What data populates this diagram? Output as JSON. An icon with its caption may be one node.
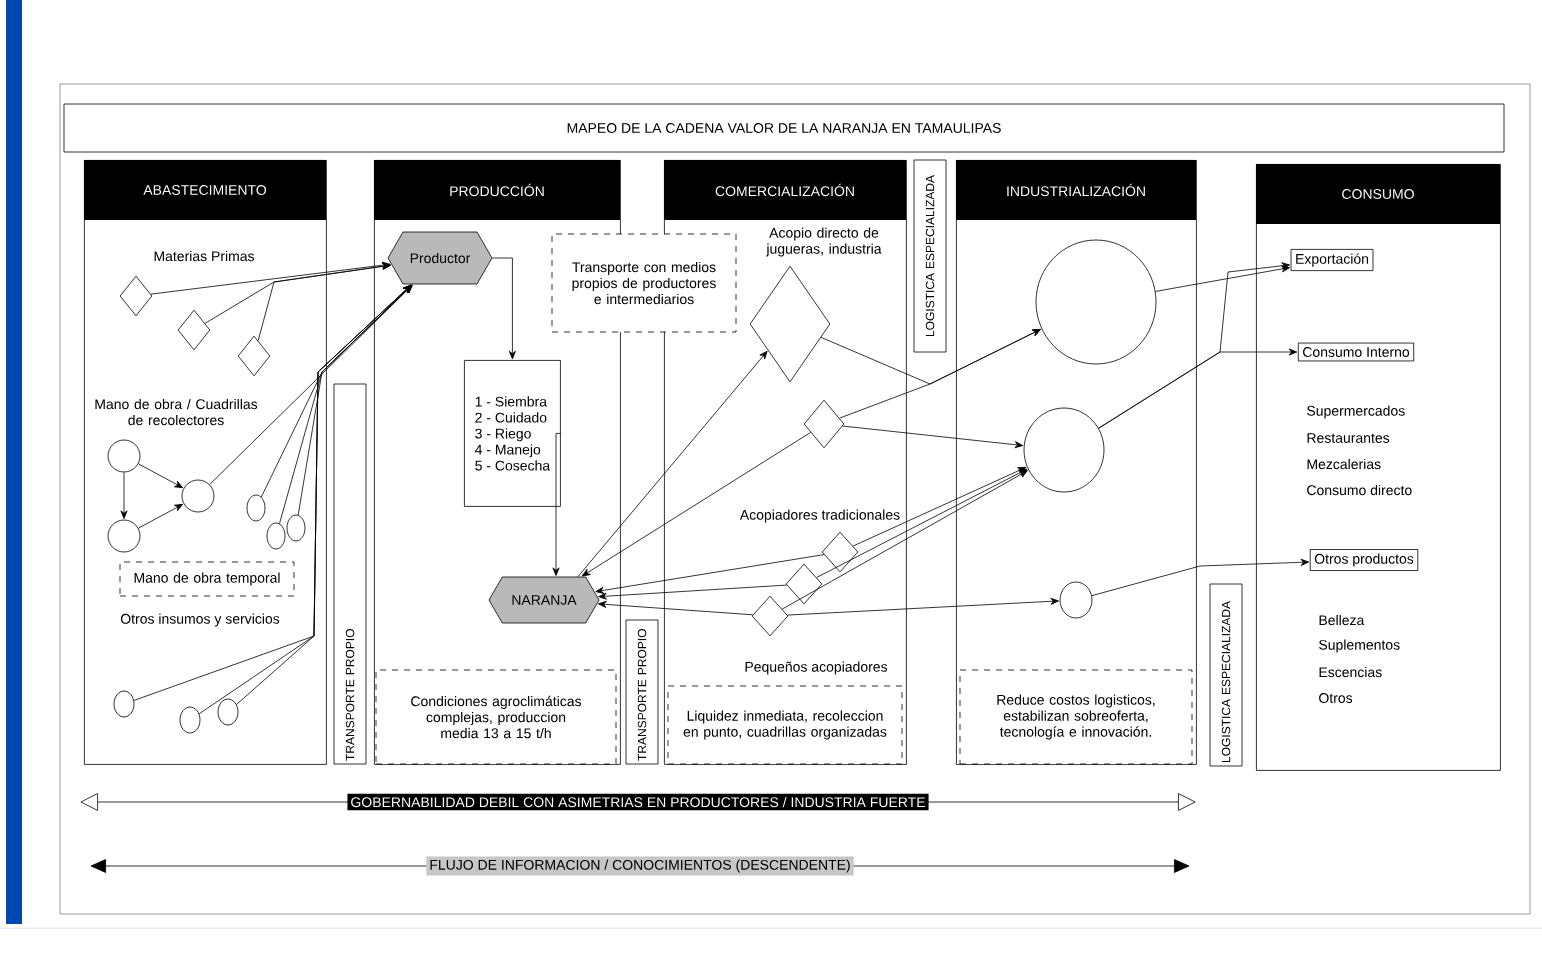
{
  "diagram": {
    "title": "MAPEO DE LA CADENA VALOR DE LA NARANJA EN TAMAULIPAS",
    "nodes": [
      {
        "text": [
          "ABASTECIMIENTO"
        ]
      },
      {
        "text": [],
        "shape": "diamond",
        "in": 0
      },
      {
        "text": [],
        "shape": "diamond",
        "in": 0
      },
      {
        "text": [],
        "shape": "diamond",
        "in": 0
      },
      {
        "text": [],
        "shape": "circle",
        "in": 0
      },
      {
        "text": [],
        "shape": "circle",
        "in": 0
      },
      {
        "text": [],
        "shape": "circle",
        "in": 0
      },
      {
        "text": [],
        "shape": "circle",
        "in": 0
      },
      {
        "text": [],
        "shape": "circle",
        "in": 0
      },
      {
        "text": [],
        "shape": "circle",
        "in": 0
      },
      {
        "text": [
          "Mano de obra temporal"
        ],
        "in": 0
      },
      {
        "text": [],
        "shape": "circle",
        "in": 0
      },
      {
        "text": [],
        "shape": "circle",
        "in": 0
      },
      {
        "text": [],
        "shape": "circle",
        "in": 0
      },
      {
        "text": [
          "TRANSPORTE PROPIO"
        ]
      },
      {
        "text": [
          "PRODUCCIÓN"
        ]
      },
      {
        "text": [
          "Productor"
        ],
        "in": 15
      },
      {
        "text": [
          "1 - Siembra",
          "2 - Cuidado",
          "3 - Riego",
          "4 - Manejo",
          "5 - Cosecha"
        ],
        "in": 15
      },
      {
        "text": [
          "NARANJA"
        ],
        "in": 15
      },
      {
        "text": [
          "Condiciones agroclimáticas complejas, produccion media 13 a 15 t/h"
        ],
        "in": 15
      },
      {
        "text": [
          "Transporte con medios propios de productores e intermediarios"
        ]
      },
      {
        "text": [
          "TRANSPORTE PROPIO"
        ]
      },
      {
        "text": [
          "COMERCIALIZACIÓN"
        ]
      },
      {
        "text": [],
        "shape": "diamond",
        "in": 22
      },
      {
        "text": [],
        "shape": "diamond",
        "in": 22
      },
      {
        "text": [],
        "shape": "diamond",
        "in": 22
      },
      {
        "text": [],
        "shape": "diamond",
        "in": 22
      },
      {
        "text": [],
        "shape": "diamond",
        "in": 22
      },
      {
        "text": [
          "Liquidez inmediata, recoleccion en punto, cuadrillas organizadas"
        ],
        "in": 22
      },
      {
        "text": [
          "LOGISTICA ESPECIALIZADA"
        ]
      },
      {
        "text": [
          "INDUSTRIALIZACIÓN"
        ]
      },
      {
        "text": [],
        "shape": "circle",
        "in": 30
      },
      {
        "text": [],
        "shape": "circle",
        "in": 30
      },
      {
        "text": [],
        "shape": "circle",
        "in": 30
      },
      {
        "text": [
          "Reduce costos logisticos, estabilizan sobreoferta, tecnología e innovación."
        ],
        "in": 30
      },
      {
        "text": [
          "LOGISTICA ESPECIALIZADA"
        ]
      },
      {
        "text": [
          "CONSUMO"
        ]
      },
      {
        "text": [
          "Exportación"
        ],
        "in": 36
      },
      {
        "text": [
          "Consumo Interno"
        ],
        "in": 36
      },
      {
        "text": [
          "Otros productos"
        ],
        "in": 36
      }
    ],
    "edges": [
      {
        "from": 1,
        "to": 16,
        "arrow": "to"
      },
      {
        "from": 2,
        "to": 16,
        "arrow": "to"
      },
      {
        "from": 3,
        "to": 16,
        "arrow": "to"
      },
      {
        "from": 4,
        "to": 5,
        "arrow": "to"
      },
      {
        "from": 4,
        "to": 6,
        "arrow": "to"
      },
      {
        "from": 6,
        "to": 5,
        "arrow": "to"
      },
      {
        "from": 5,
        "to": 16,
        "arrow": "to"
      },
      {
        "from": 7,
        "to": 16,
        "arrow": "to"
      },
      {
        "from": 8,
        "to": 16,
        "arrow": "to"
      },
      {
        "from": 9,
        "to": 16,
        "arrow": "to"
      },
      {
        "from": 11,
        "to": 16,
        "arrow": "to"
      },
      {
        "from": 12,
        "to": 16,
        "arrow": "to"
      },
      {
        "from": 13,
        "to": 16,
        "arrow": "to"
      },
      {
        "from": 16,
        "to": 17,
        "arrow": "to"
      },
      {
        "from": 17,
        "to": 18,
        "arrow": "to"
      },
      {
        "from": 18,
        "to": 23,
        "arrow": "to"
      },
      {
        "from": 24,
        "to": 18,
        "arrow": "to"
      },
      {
        "from": 24,
        "to": 31,
        "arrow": "to"
      },
      {
        "from": 23,
        "to": 31,
        "arrow": "to"
      },
      {
        "from": 24,
        "to": 32,
        "arrow": "to"
      },
      {
        "from": 25,
        "to": 32,
        "arrow": "to"
      },
      {
        "from": 26,
        "to": 32,
        "arrow": "to"
      },
      {
        "from": 27,
        "to": 32,
        "arrow": "to"
      },
      {
        "from": 25,
        "to": 18,
        "arrow": "to"
      },
      {
        "from": 26,
        "to": 18,
        "arrow": "to"
      },
      {
        "from": 27,
        "to": 18,
        "arrow": "to"
      },
      {
        "from": 27,
        "to": 33,
        "arrow": "to"
      },
      {
        "from": 31,
        "to": 37,
        "arrow": "to"
      },
      {
        "from": 32,
        "to": 37,
        "arrow": "to"
      },
      {
        "from": 32,
        "to": 38,
        "arrow": "to"
      },
      {
        "from": 33,
        "to": 39,
        "arrow": "to"
      }
    ],
    "labels": [
      "Materias Primas",
      "Mano de obra / Cuadrillas de recolectores",
      "Otros insumos y servicios",
      "Acopio directo de jugueras, industria",
      "Acopiadores tradicionales",
      "Pequeños acopiadores",
      "Supermercados",
      "Restaurantes",
      "Mezcalerias",
      "Consumo directo",
      "Belleza",
      "Suplementos",
      "Escencias",
      "Otros",
      "GOBERNABILIDAD DEBIL CON ASIMETRIAS EN PRODUCTORES / INDUSTRIA FUERTE",
      "FLUJO DE INFORMACION / CONOCIMIENTOS (DESCENDENTE)"
    ]
  }
}
